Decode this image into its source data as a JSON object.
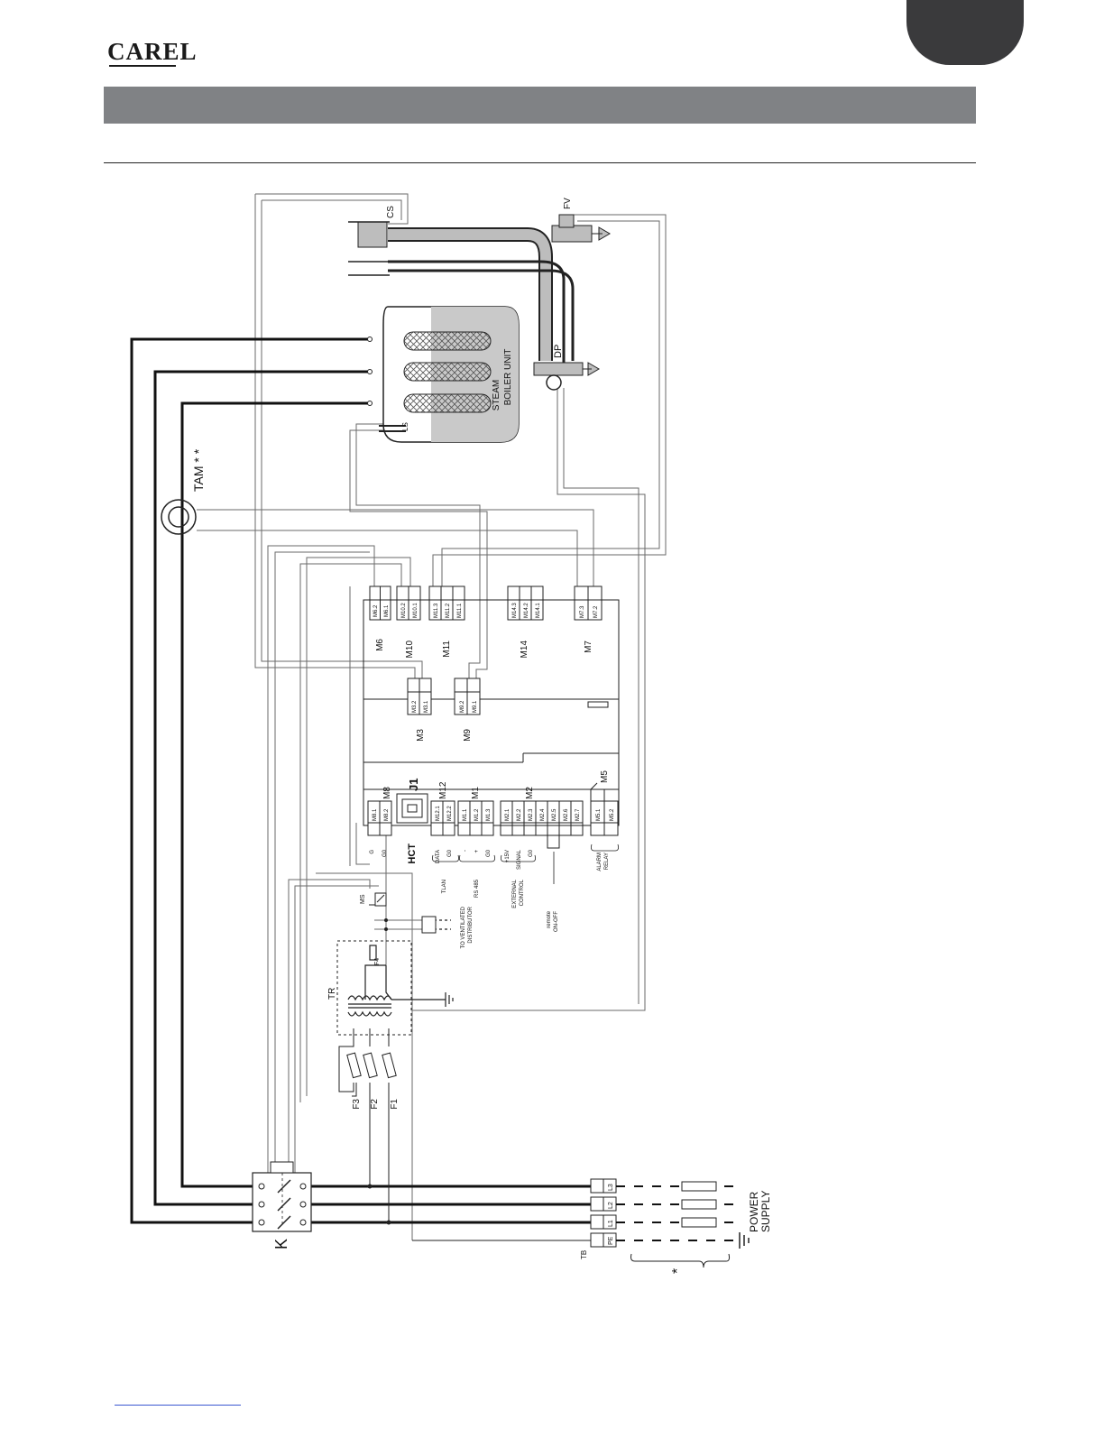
{
  "header": {
    "brand": "CAREL"
  },
  "labels": {
    "cs": "CS",
    "fv": "FV",
    "dp": "DP",
    "boiler_line1": "STEAM",
    "boiler_line2": "BOILER UNIT",
    "ls": "LS",
    "tam": "TAM * *",
    "m6": "M6",
    "m10": "M10",
    "m11": "M11",
    "m14": "M14",
    "m7": "M7",
    "m3": "M3",
    "m9": "M9",
    "m8": "M8",
    "j1": "J1",
    "m12": "M12",
    "m1": "M1",
    "m2": "M2",
    "m5": "M5",
    "hct": "HCT",
    "g": "G",
    "g0": "G0",
    "data": "DATA",
    "tlan_g0": "G0",
    "tlan": "TLAN",
    "rs_minus": "-",
    "rs_plus": "+",
    "rs_g0": "G0",
    "rs485": "RS 485",
    "p15v": "+15V",
    "signal": "SIGNAL",
    "gi": "G0",
    "ext1": "EXTERNAL",
    "ext2": "CONTROL",
    "remote1": "remote",
    "remote2": "ON-OFF",
    "alarm1": "ALARM",
    "alarm2": "RELAY",
    "ms": "MS",
    "vent1": "TO VENTILATED",
    "vent2": "DISTRIBUTOR",
    "f4": "F4",
    "tr": "TR",
    "f3": "F3",
    "f2": "F2",
    "f1": "F1",
    "k": "K",
    "tb": "TB",
    "l3": "L3",
    "l2": "L2",
    "l1": "L1",
    "pe": "PE",
    "power1": "POWER",
    "power2": "SUPPLY",
    "star": "*"
  },
  "terminals": {
    "m6": [
      "M6.2",
      "M6.1"
    ],
    "m10": [
      "M10.2",
      "M10.1"
    ],
    "m11": [
      "M11.3",
      "M11.2",
      "M11.1"
    ],
    "m14": [
      "M14.3",
      "M14.2",
      "M14.1"
    ],
    "m7": [
      "M7.3",
      "M7.2"
    ],
    "m3": [
      "M3.2",
      "M3.1"
    ],
    "m9": [
      "M9.2",
      "M9.1"
    ],
    "m8": [
      "M8.1",
      "M8.2"
    ],
    "m12": [
      "M12.1",
      "M12.2"
    ],
    "m1": [
      "M1.1",
      "M1.2",
      "M1.3"
    ],
    "m2": [
      "M2.1",
      "M2.2",
      "M2.3",
      "M2.4",
      "M2.5",
      "M2.6",
      "M2.7"
    ],
    "m5": [
      "M5.1",
      "M5.2"
    ]
  }
}
